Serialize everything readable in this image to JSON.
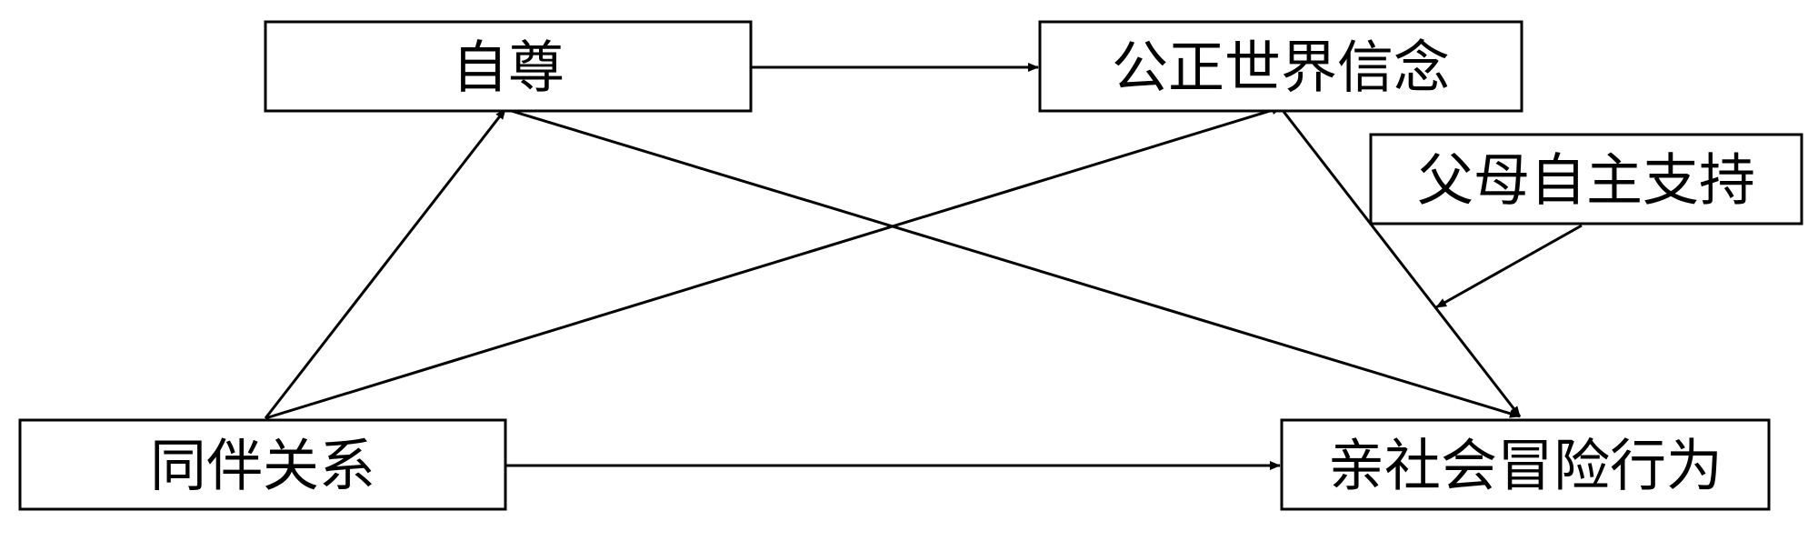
{
  "nodes": {
    "self_esteem": "自尊",
    "just_world_belief": "公正世界信念",
    "parental_autonomy_support": "父母自主支持",
    "peer_relationship": "同伴关系",
    "prosocial_risk_taking": "亲社会冒险行为"
  },
  "edges": [
    {
      "from": "self_esteem",
      "to": "just_world_belief"
    },
    {
      "from": "peer_relationship",
      "to": "self_esteem"
    },
    {
      "from": "peer_relationship",
      "to": "just_world_belief"
    },
    {
      "from": "peer_relationship",
      "to": "prosocial_risk_taking"
    },
    {
      "from": "self_esteem",
      "to": "prosocial_risk_taking"
    },
    {
      "from": "just_world_belief",
      "to": "prosocial_risk_taking"
    },
    {
      "from": "parental_autonomy_support",
      "to": "path:just_world_belief->prosocial_risk_taking",
      "type": "moderation"
    }
  ],
  "colors": {
    "stroke": "#000000",
    "background": "#ffffff"
  }
}
